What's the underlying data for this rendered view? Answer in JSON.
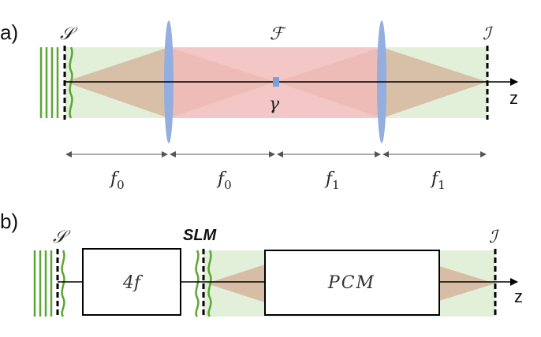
{
  "panel_a": {
    "tag": "a)",
    "plane_source": "𝒮",
    "plane_fourier": "ℱ",
    "plane_image": "ℐ",
    "axis_label": "z",
    "filter_label": "γ",
    "dims": [
      {
        "main": "f",
        "sub": "0"
      },
      {
        "main": "f",
        "sub": "0"
      },
      {
        "main": "f",
        "sub": "1"
      },
      {
        "main": "f",
        "sub": "1"
      }
    ]
  },
  "panel_b": {
    "tag": "b)",
    "plane_source": "𝒮",
    "slm_label": "SLM",
    "plane_image": "ℐ",
    "axis_label": "z",
    "box_4f": "4f",
    "box_pcm": "PCM"
  },
  "colors": {
    "green_band": "#e2efd9",
    "pink_band": "#f4c7c7",
    "cone": "#d6b9a2",
    "lens": "#93aedf",
    "wave": "#5aa832",
    "black": "#000000",
    "dim_arrow": "#555555"
  }
}
